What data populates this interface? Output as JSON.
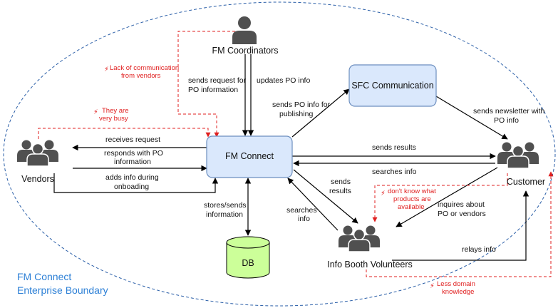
{
  "boundary": {
    "label_line1": "FM Connect",
    "label_line2": "Enterprise Boundary"
  },
  "nodes": {
    "fm_coordinators": "FM Coordinators",
    "fm_connect": "FM Connect",
    "sfc_communication": "SFC Communication",
    "vendors": "Vendors",
    "customer": "Customer",
    "info_booth": "Info Booth Volunteers",
    "db": "DB"
  },
  "edges": {
    "sends_request": [
      "sends request for",
      "PO information"
    ],
    "updates_po": [
      "updates PO info"
    ],
    "sends_po_publishing": [
      "sends PO info for",
      "publishing"
    ],
    "newsletter": [
      "sends newsletter with",
      "PO info"
    ],
    "receives_request": [
      "receives request"
    ],
    "responds_po": [
      "responds with PO",
      "information"
    ],
    "adds_info": [
      "adds info during",
      "onboading"
    ],
    "sends_results_customer": [
      "sends results"
    ],
    "searches_info_customer": [
      "searches info"
    ],
    "sends_results_booth": [
      "sends",
      "results"
    ],
    "searches_info_booth": [
      "searches",
      "info"
    ],
    "stores_sends": [
      "stores/sends",
      "information"
    ],
    "inquires": [
      "inquires about",
      "PO or vendors"
    ],
    "relays": [
      "relays info"
    ]
  },
  "pain_points": {
    "lack_comm": [
      "Lack of communication",
      "from vendors"
    ],
    "very_busy": [
      "They are",
      "very busy"
    ],
    "dont_know": [
      "don't know what",
      "products are",
      "available"
    ],
    "less_domain": [
      "Less domain",
      "knowledge"
    ]
  },
  "colors": {
    "process_fill": "#dae8fc",
    "process_stroke": "#6c8ebf",
    "db_fill": "#ccff99",
    "boundary_stroke": "#2b5fa8",
    "pain_red": "#e01f1f",
    "person": "#505050"
  }
}
